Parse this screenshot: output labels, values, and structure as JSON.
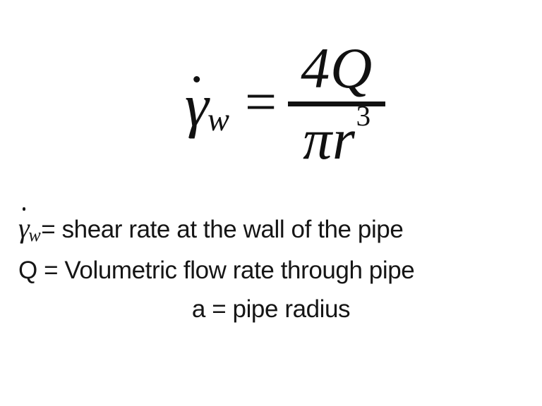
{
  "slide": {
    "background_color": "#ffffff",
    "text_color": "#111111"
  },
  "equation": {
    "description": "Wall shear rate for flow through a pipe",
    "lhs": {
      "symbol": "γ",
      "accent": "dot",
      "subscript": "w"
    },
    "relation": "=",
    "fraction": {
      "numerator": "4Q",
      "denominator_base": "πr",
      "denominator_exponent": "3"
    },
    "plain_text": "γ̇w = 4Q / πr³"
  },
  "definitions": [
    {
      "symbol": "γ",
      "symbol_accent": "dot",
      "symbol_subscript": "w",
      "symbol_is_math": true,
      "text": "= shear rate at the wall of the pipe",
      "align": "left"
    },
    {
      "symbol": "",
      "symbol_is_math": false,
      "text": "Q = Volumetric flow rate through pipe",
      "align": "left"
    },
    {
      "symbol": "",
      "symbol_is_math": false,
      "text": "a = pipe radius",
      "align": "center"
    }
  ]
}
